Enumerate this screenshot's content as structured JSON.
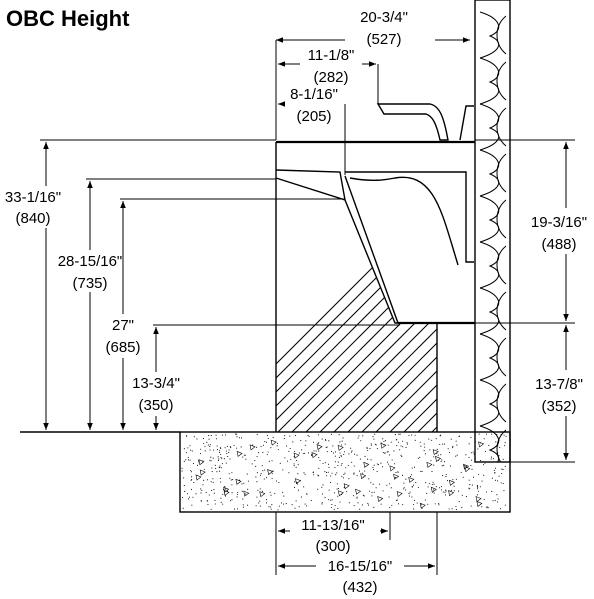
{
  "title": "OBC Height",
  "dimensions": {
    "top_overall": {
      "imperial": "20-3/4\"",
      "metric": "(527)"
    },
    "top_mid": {
      "imperial": "11-1/8\"",
      "metric": "(282)"
    },
    "top_inner": {
      "imperial": "8-1/16\"",
      "metric": "(205)"
    },
    "left_a": {
      "imperial": "33-1/16\"",
      "metric": "(840)"
    },
    "left_b": {
      "imperial": "28-15/16\"",
      "metric": "(735)"
    },
    "left_c": {
      "imperial": "27\"",
      "metric": "(685)"
    },
    "left_d": {
      "imperial": "13-3/4\"",
      "metric": "(350)"
    },
    "right_upper": {
      "imperial": "19-3/16\"",
      "metric": "(488)"
    },
    "right_lower": {
      "imperial": "13-7/8\"",
      "metric": "(352)"
    },
    "bottom_inner": {
      "imperial": "11-13/16\"",
      "metric": "(300)"
    },
    "bottom_outer": {
      "imperial": "16-15/16\"",
      "metric": "(432)"
    }
  },
  "colors": {
    "ink": "#000000",
    "paper": "#ffffff"
  }
}
